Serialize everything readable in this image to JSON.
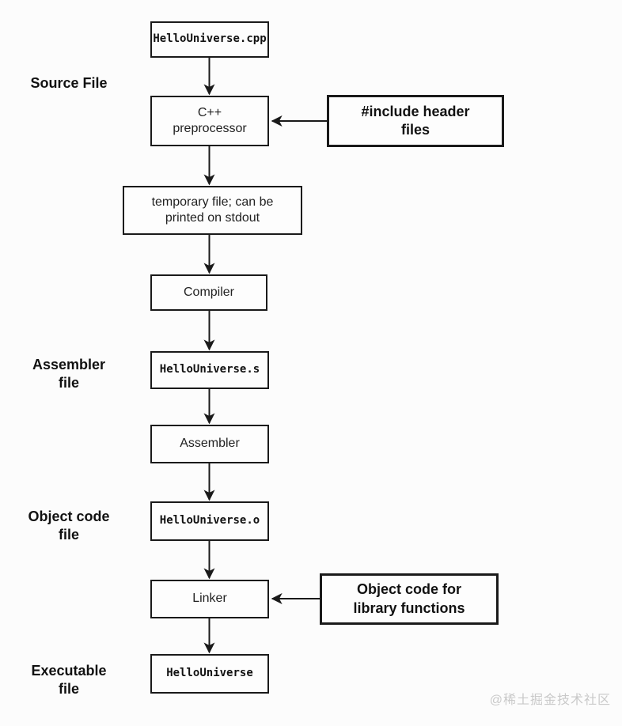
{
  "page": {
    "watermark": "@稀土掘金技术社区"
  },
  "side_labels": {
    "source_file": "Source File",
    "assembler_file": "Assembler\nfile",
    "object_code_file": "Object code\nfile",
    "executable_file": "Executable\nfile"
  },
  "nodes": {
    "source_filename": "HelloUniverse.cpp",
    "preprocessor": "C++\npreprocessor",
    "temp_file": "temporary file; can be\nprinted on stdout",
    "compiler": "Compiler",
    "assembly_filename": "HelloUniverse.s",
    "assembler": "Assembler",
    "object_filename": "HelloUniverse.o",
    "linker": "Linker",
    "executable_filename": "HelloUniverse"
  },
  "annotations": {
    "include_headers": "#include header\nfiles",
    "object_code_lib": "Object code for\nlibrary functions"
  },
  "colors": {
    "stroke": "#1a1a1a",
    "background": "#fcfcfc",
    "watermark": "#c9c9c9"
  }
}
